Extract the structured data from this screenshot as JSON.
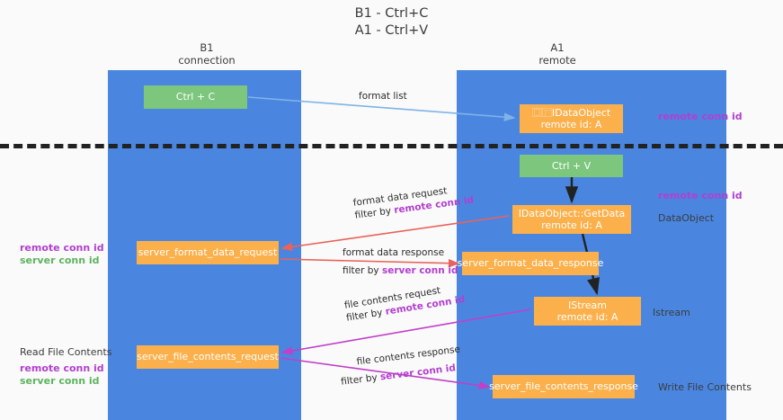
{
  "title": {
    "line1": "B1 - Ctrl+C",
    "line2": "A1 - Ctrl+V"
  },
  "columns": [
    {
      "name": "B1",
      "role": "connection"
    },
    {
      "name": "A1",
      "role": "remote"
    }
  ],
  "boxes": {
    "ctrl_c": "Ctrl + C",
    "dataobject_title": "⿴⿸IDataObject",
    "dataobject_sub": "remote id: A",
    "ctrl_v": "Ctrl + V",
    "getdata_title": "IDataObject::GetData",
    "getdata_sub": "remote id: A",
    "server_format_data_request": "server_format_data_request",
    "server_format_data_response": "server_format_data_response",
    "istream_title": "IStream",
    "istream_sub": "remote id: A",
    "server_file_contents_request": "server_file_contents_request",
    "server_file_contents_response": "server_file_contents_response"
  },
  "edges": {
    "format_list": "format list",
    "format_data_request": "format data request",
    "format_data_request_filter_prefix": "filter by ",
    "format_data_request_filter_key": "remote conn id",
    "format_data_response": "format data response",
    "format_data_response_filter_prefix": "filter by ",
    "format_data_response_filter_key": "server conn id",
    "file_contents_request": "file contents request",
    "file_contents_request_filter_prefix": "filter by ",
    "file_contents_request_filter_key": "remote conn id",
    "file_contents_response": "file contents response",
    "file_contents_response_filter_prefix": "filter by ",
    "file_contents_response_filter_key": "server conn id"
  },
  "left_labels": {
    "conn_remote": "remote conn id",
    "conn_server": "server conn id",
    "read_file_contents": "Read File Contents",
    "conn_remote_2": "remote conn id",
    "conn_server_2": "server conn id"
  },
  "right_labels": {
    "remote_conn_id_top": "remote conn id",
    "remote_conn_id_mid": "remote conn id",
    "dataobject": "DataObject",
    "istream": "Istream",
    "write_file_contents": "Write File Contents"
  },
  "colors": {
    "lane": "#4a86e0",
    "green_box": "#7dc67d",
    "orange_box": "#fbb04b",
    "accent_purple": "#b23fd0",
    "accent_green": "#5eb35e",
    "arrow_red": "#e8635a",
    "arrow_blue": "#7fb3e8",
    "arrow_magenta": "#c040c8",
    "arrow_dark": "#222222",
    "background": "#fafafa"
  }
}
